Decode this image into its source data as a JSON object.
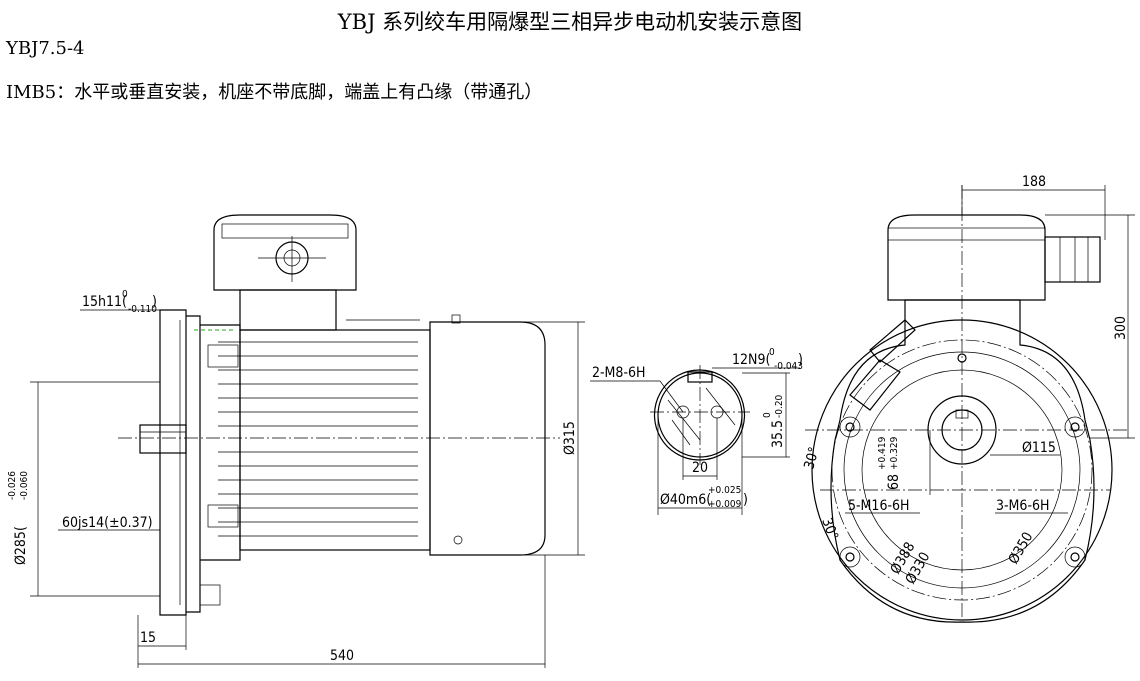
{
  "header": {
    "title": "YBJ 系列绞车用隔爆型三相异步电动机安装示意图",
    "model": "YBJ7.5-4",
    "mounting": "IMB5：水平或垂直安装，机座不带底脚，端盖上有凸缘（带通孔）"
  },
  "side_view": {
    "dim_15h11": "15h11(",
    "dim_15h11_tol": "-0.110",
    "dim_15h11_tol_top": "0",
    "dim_285": "Ø285(",
    "dim_285_tol_top": "-0.026",
    "dim_285_tol_bot": "-0.060",
    "dim_60": "60js14(±0.37)",
    "dim_315": "Ø315",
    "dim_15": "15",
    "dim_540": "540"
  },
  "shaft_section": {
    "label_thread": "2-M8-6H",
    "label_key": "12N9(",
    "label_key_tol_top": "0",
    "label_key_tol_bot": "-0.043",
    "dim_20": "20",
    "dim_355": "35.5",
    "dim_355_tol_top": "0",
    "dim_355_tol_bot": "-0.20",
    "dim_d40": "Ø40m6(",
    "dim_d40_tol_top": "+0.025",
    "dim_d40_tol_bot": "+0.009"
  },
  "end_view": {
    "dim_188": "188",
    "dim_300": "300",
    "dim_115": "Ø115",
    "dim_68": "68",
    "dim_68_tol_top": "+0.419",
    "dim_68_tol_bot": "+0.329",
    "label_5m16": "5-M16-6H",
    "label_3m6": "3-M6-6H",
    "dim_388": "Ø388",
    "dim_330": "Ø330",
    "dim_350": "Ø350",
    "angle_30a": "30°",
    "angle_30b": "30°"
  }
}
